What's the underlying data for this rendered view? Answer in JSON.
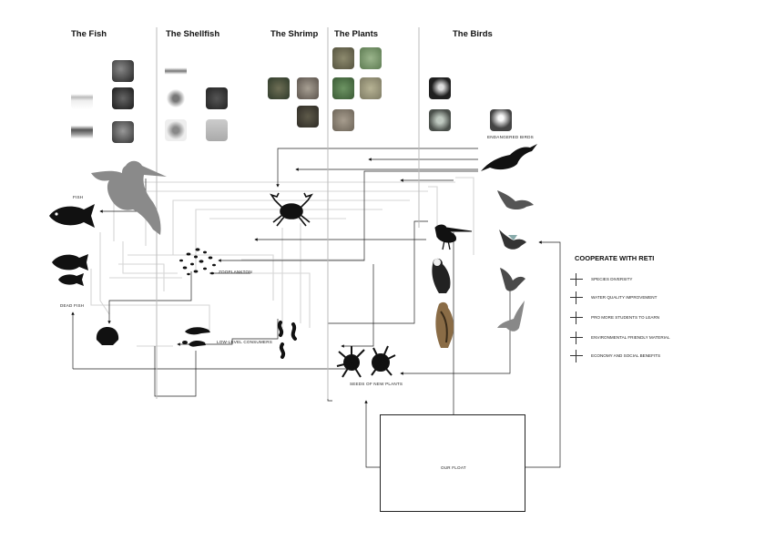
{
  "columns": {
    "fish": "The Fish",
    "shellfish": "The Shellfish",
    "shrimp": "The Shrimp",
    "plants": "The Plants",
    "birds": "The Birds"
  },
  "labels": {
    "fish": "FISH",
    "dead_fish": "DEAD FISH",
    "endangered_birds": "ENDANGERED BIRDS",
    "zooplankton": "ZOOPLANKTON",
    "low_level_consumers": "LOW-LEVEL CONSUMERS",
    "seeds": "SEEDS OF NEW PLANTS",
    "our_float": "OUR FLOAT"
  },
  "legend": {
    "title": "COOPERATE WITH RETI",
    "items": [
      "SPECIES DIVERSITY",
      "WATER QUALITY IMPROVEMENT",
      "PRO MORE STUDENTS TO LEARN",
      "ENVIRONMENTAL FRIENDLY MATERIAL",
      "ECONOMY AND SOCIAL BENEFITS"
    ]
  },
  "colors": {
    "silhouette": "#111111",
    "ghost_pelican": "#8a8a8a",
    "flow_line": "#d4d4d4",
    "thumb_dark": "#3d3d3d",
    "thumb_light": "#c9c9c9",
    "thumb_green": "#6d8b62"
  },
  "icons": [
    "fish-silhouette-icon",
    "crab-silhouette-icon",
    "pelican-silhouette-icon",
    "sandpiper-silhouette-icon",
    "gull-silhouette-icon",
    "eagle-silhouette-icon",
    "hawk-silhouette-icon",
    "shrimp-silhouette-icon",
    "worm-silhouette-icon",
    "plankton-dots-icon",
    "scallop-silhouette-icon",
    "anemone-silhouette-icon"
  ]
}
